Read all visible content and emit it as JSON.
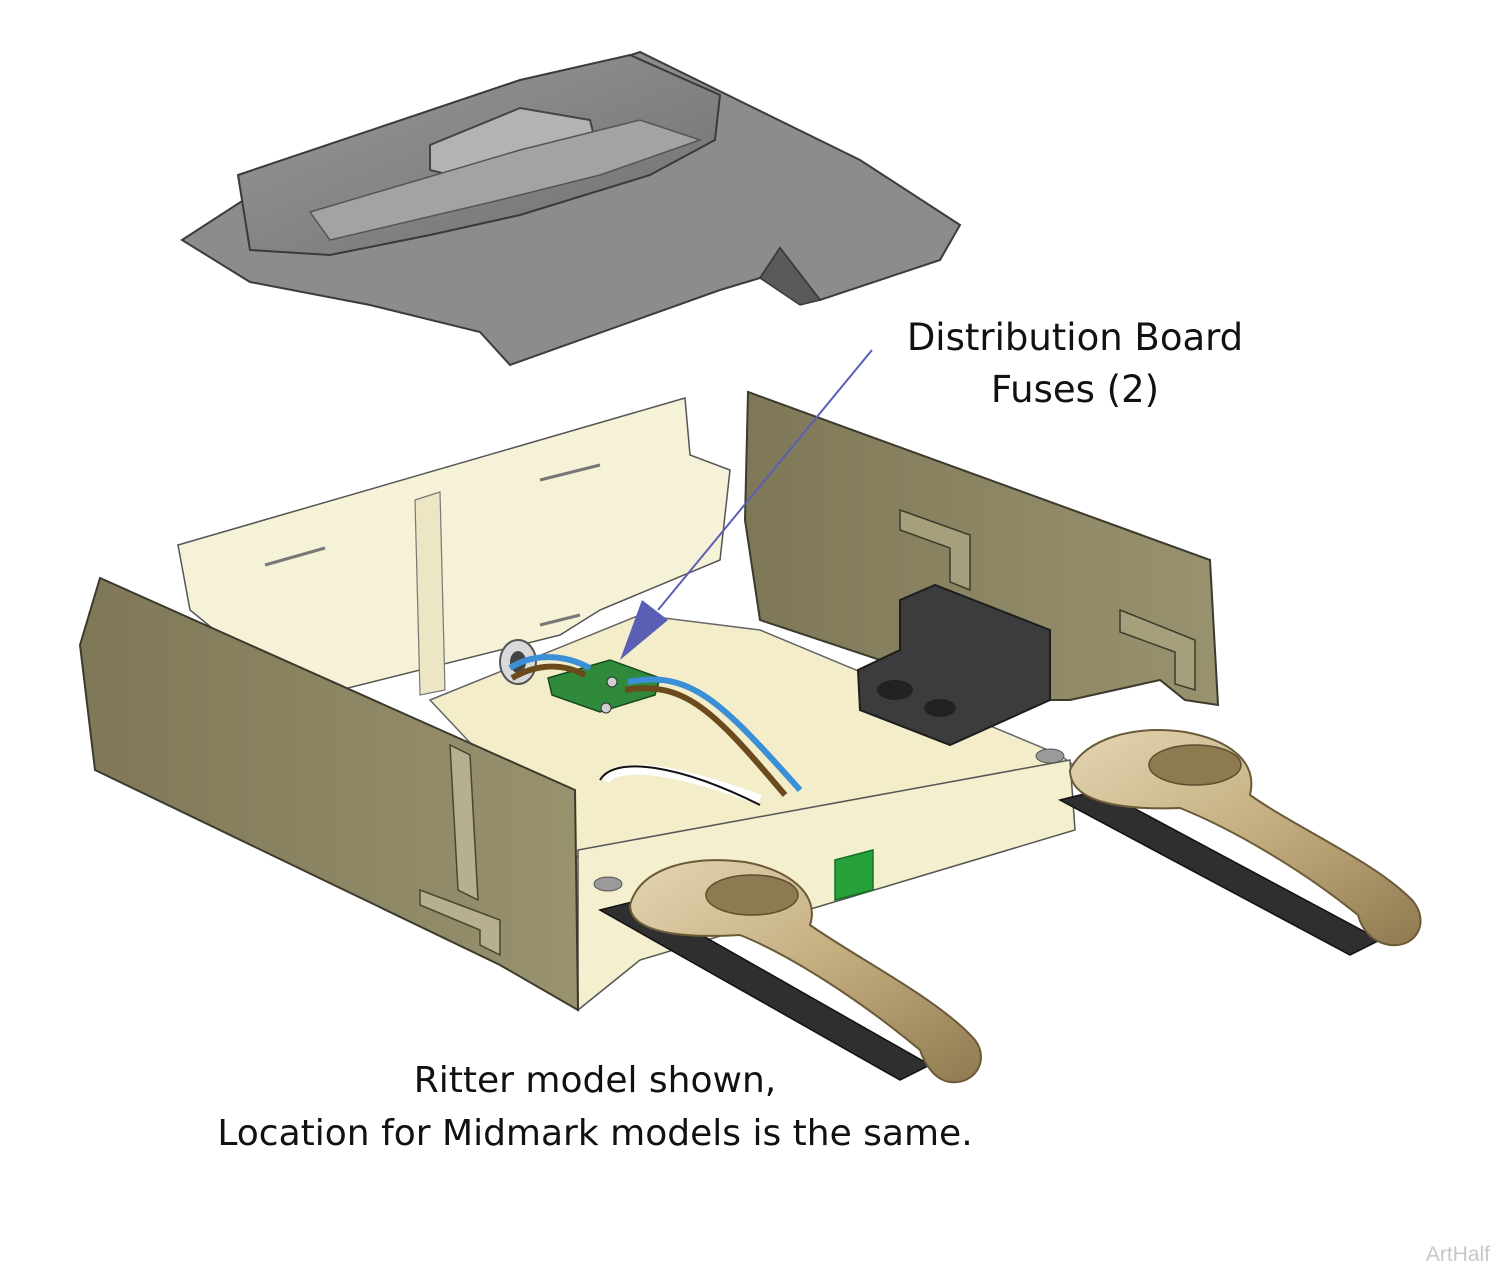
{
  "callout": {
    "line1": "Distribution Board",
    "line2": "Fuses (2)"
  },
  "caption": {
    "line1": "Ritter model shown,",
    "line2": "Location for Midmark models is the same."
  },
  "watermark": "ArtHalf",
  "colors": {
    "cover": "#7b7b7b",
    "chassis": "#f4efcf",
    "side_panel": "#8a8364",
    "handle": "#c9b48a",
    "pointer": "#5b5fb4",
    "board": "#2f8a3c",
    "indicator": "#27a13a",
    "wire_blue": "#3a8fd6",
    "wire_brown": "#6b4a1c"
  }
}
